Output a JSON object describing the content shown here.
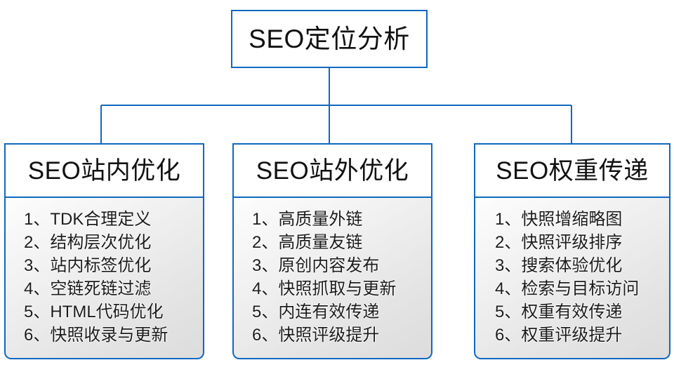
{
  "diagram": {
    "type": "org-chart",
    "root": {
      "label": "SEO定位分析"
    },
    "colors": {
      "border": "#1068bf",
      "header_background": "#ffffff",
      "body_background": "#e8e8e8",
      "text": "#111111"
    },
    "branches": [
      {
        "header": "SEO站内优化",
        "items": [
          "1、TDK合理定义",
          "2、结构层次优化",
          "3、站内标签优化",
          "4、空链死链过滤",
          "5、HTML代码优化",
          "6、快照收录与更新"
        ]
      },
      {
        "header": "SEO站外优化",
        "items": [
          "1、高质量外链",
          "2、高质量友链",
          "3、原创内容发布",
          "4、快照抓取与更新",
          "5、内连有效传递",
          "6、快照评级提升"
        ]
      },
      {
        "header": "SEO权重传递",
        "items": [
          "1、快照增缩略图",
          "2、快照评级排序",
          "3、搜索体验优化",
          "4、检索与目标访问",
          "5、权重有效传递",
          "6、权重评级提升"
        ]
      }
    ]
  }
}
